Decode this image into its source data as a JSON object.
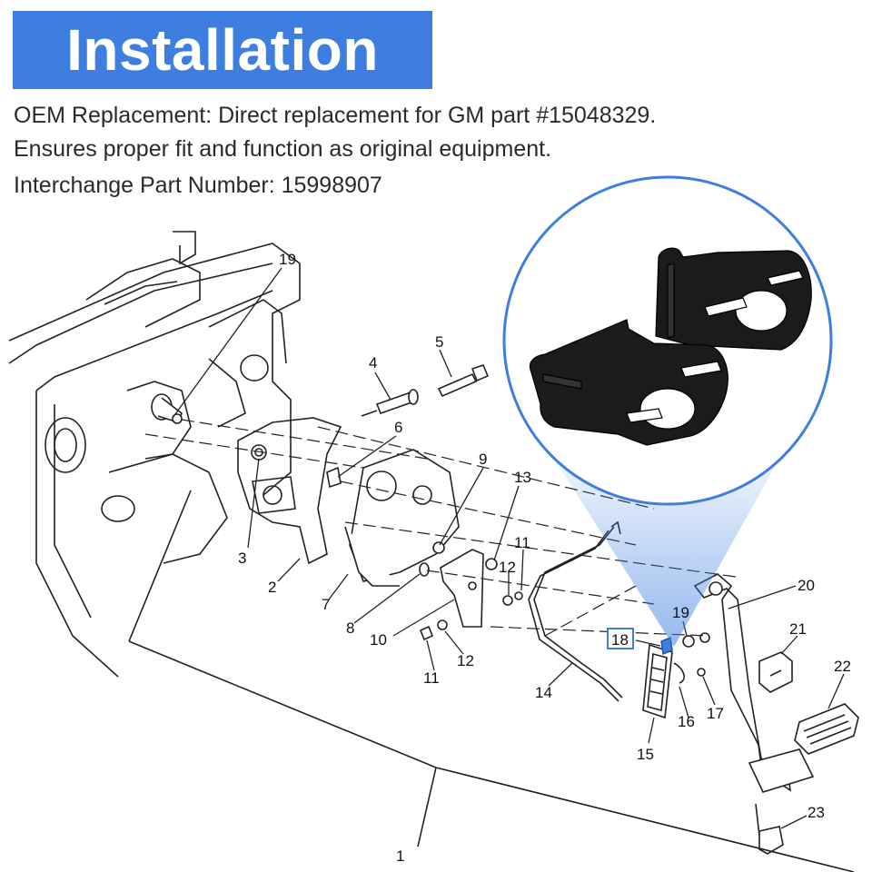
{
  "banner": {
    "title": "Installation",
    "color": "#3d7ee0"
  },
  "description": {
    "line1": "OEM Replacement: Direct replacement for GM part #15048329.",
    "line2": "Ensures proper fit and function as original equipment.",
    "line3": "Interchange Part Number: 15998907"
  },
  "callouts": [
    "1",
    "2",
    "3",
    "4",
    "5",
    "6",
    "7",
    "8",
    "9",
    "10",
    "11",
    "11",
    "12",
    "12",
    "13",
    "14",
    "15",
    "16",
    "17",
    "18",
    "19",
    "19",
    "20",
    "21",
    "22",
    "23"
  ],
  "highlight": {
    "part": "18",
    "color": "#3d7ee0"
  }
}
